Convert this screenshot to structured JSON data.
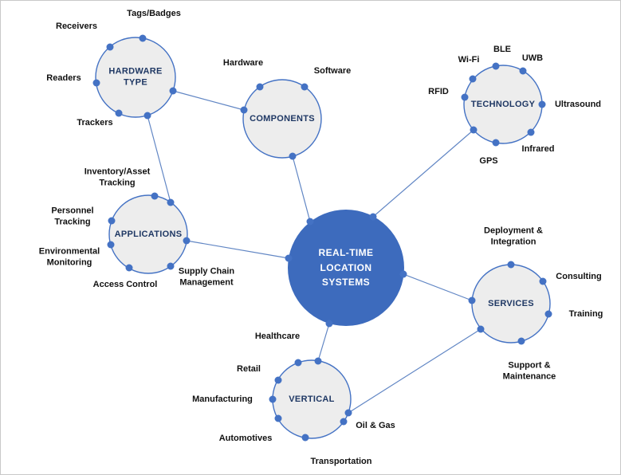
{
  "colors": {
    "line": "#6186c4",
    "dot": "#4472c4",
    "node-stroke": "#4472c4",
    "node-fill": "#ededed",
    "center-fill": "#3d6bbd",
    "title-color": "#1f3864",
    "leaf-color": "#111111",
    "center-text": "#ffffff"
  },
  "center": {
    "label": "REAL-TIME LOCATION SYSTEMS"
  },
  "nodes": [
    {
      "label": "HARDWARE TYPE",
      "leaves": [
        "Tags/Badges",
        "Receivers",
        "Readers",
        "Trackers"
      ]
    },
    {
      "label": "COMPONENTS",
      "leaves": [
        "Hardware",
        "Software"
      ]
    },
    {
      "label": "TECHNOLOGY",
      "leaves": [
        "Wi-Fi",
        "BLE",
        "UWB",
        "RFID",
        "Ultrasound",
        "Infrared",
        "GPS"
      ]
    },
    {
      "label": "APPLICATIONS",
      "leaves": [
        "Inventory/Asset Tracking",
        "Personnel Tracking",
        "Environmental Monitoring",
        "Access Control",
        "Supply Chain Management"
      ]
    },
    {
      "label": "SERVICES",
      "leaves": [
        "Deployment & Integration",
        "Consulting",
        "Training",
        "Support & Maintenance"
      ]
    },
    {
      "label": "VERTICAL",
      "leaves": [
        "Healthcare",
        "Retail",
        "Manufacturing",
        "Automotives",
        "Oil & Gas",
        "Transportation"
      ]
    }
  ]
}
